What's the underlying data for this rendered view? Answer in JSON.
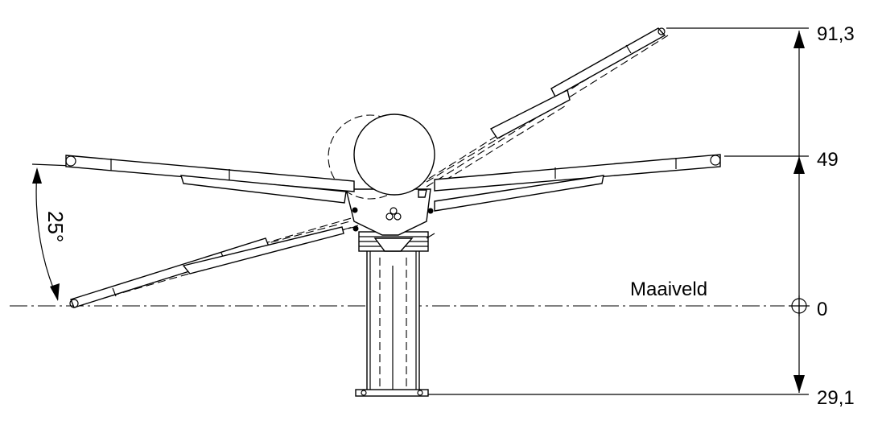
{
  "labels": {
    "angle": "25°",
    "ground": "Maaiveld"
  },
  "dimensions": {
    "top": "91,3",
    "mid": "49",
    "zero": "0",
    "bottom": "29,1"
  }
}
